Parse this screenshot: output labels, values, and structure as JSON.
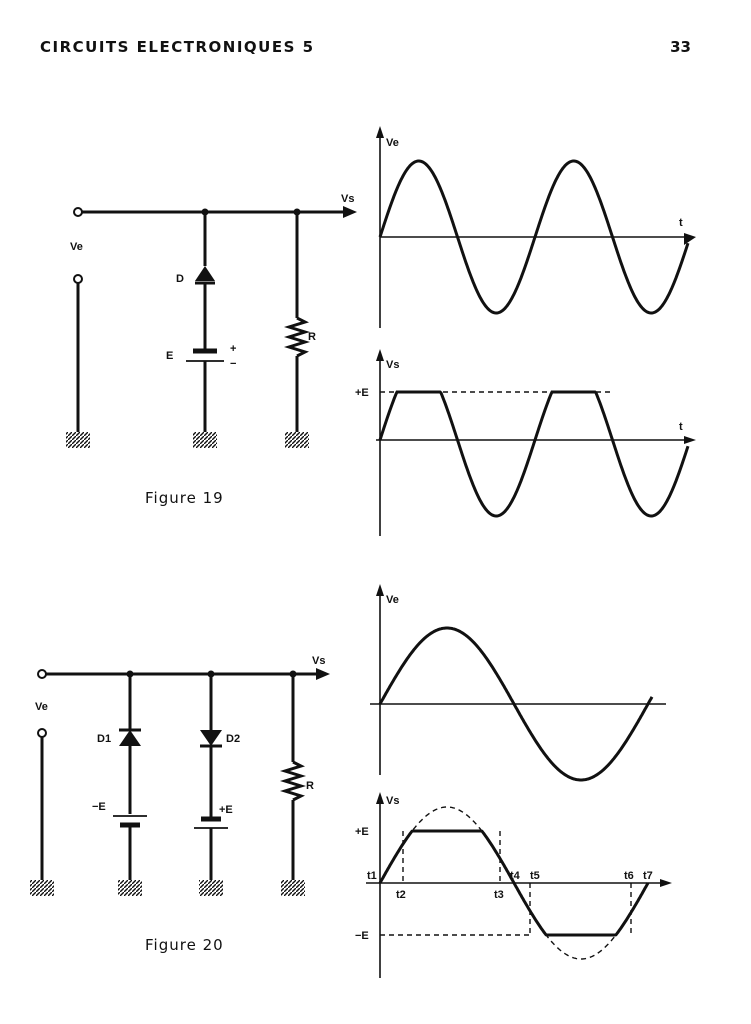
{
  "header": {
    "title": "CIRCUITS ELECTRONIQUES 5",
    "page_number": "33"
  },
  "figure19": {
    "caption": "Figure 19",
    "circuit": {
      "input_label": "Ve",
      "output_label": "Vs",
      "diode_label": "D",
      "battery_label": "E",
      "battery_plus": "+",
      "battery_minus": "−",
      "resistor_label": "R"
    },
    "graph_ve": {
      "y_label": "Ve",
      "x_label": "t"
    },
    "graph_vs": {
      "y_label": "Vs",
      "x_label": "t",
      "level_label": "+E"
    }
  },
  "figure20": {
    "caption": "Figure 20",
    "circuit": {
      "input_label": "Ve",
      "output_label": "Vs",
      "diode1_label": "D1",
      "diode2_label": "D2",
      "battery1_label": "−E",
      "battery2_label": "+E",
      "resistor_label": "R"
    },
    "graph_ve": {
      "y_label": "Ve"
    },
    "graph_vs": {
      "y_label": "Vs",
      "pos_level_label": "+E",
      "neg_level_label": "−E",
      "time_labels": [
        "t1",
        "t2",
        "t3",
        "t4",
        "t5",
        "t6",
        "t7"
      ]
    }
  }
}
